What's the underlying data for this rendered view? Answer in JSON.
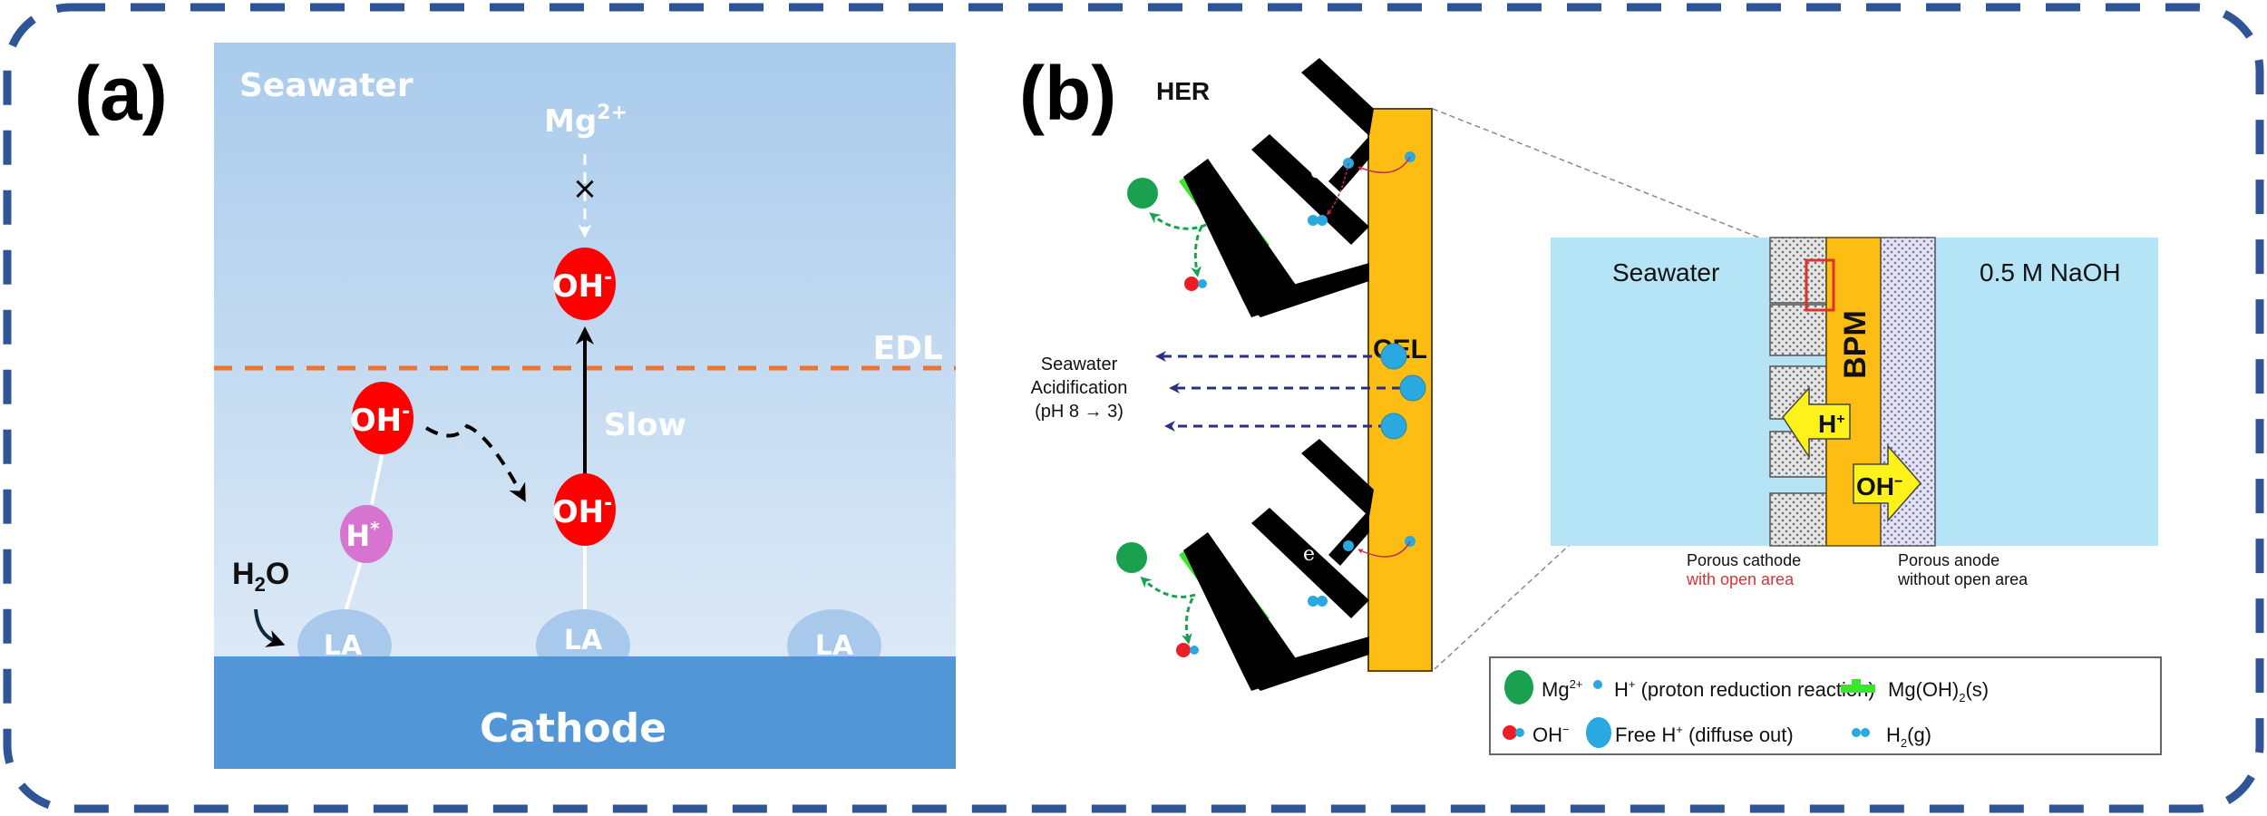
{
  "figure": {
    "panel_a": {
      "label": "(a)",
      "region_label": "Seawater",
      "edl_label": "EDL",
      "slow_label": "Slow",
      "cathode_label": "Cathode",
      "mg_ion": {
        "base": "Mg",
        "charge": "2+"
      },
      "blocked_mark": "×",
      "oh_ion": {
        "base": "OH",
        "charge": "-"
      },
      "h_adsorbed": {
        "base": "H",
        "mark": "*"
      },
      "water": {
        "pre": "H",
        "sub": "2",
        "post": "O"
      },
      "la_sites": [
        "LA",
        "LA",
        "LA"
      ],
      "colors": {
        "seawater_top": "#a9cbec",
        "seawater_bottom": "#dce9f6",
        "cathode": "#5296d7",
        "edl_line": "#ec7433",
        "oh": "#ff0000",
        "h_star": "#d674cf",
        "la": "#a8c9ec",
        "border": "#2f5597"
      }
    },
    "panel_b": {
      "label": "(b)",
      "her_label": "HER",
      "cel_label": "CEL",
      "electron_label": "e⁻",
      "acidification": [
        "Seawater",
        "Acidification",
        "(pH 8  →  3)"
      ],
      "inset": {
        "left_label": "Seawater",
        "right_label": "0.5 M NaOH",
        "membrane_label": "BPM",
        "h_arrow": {
          "base": "H",
          "charge": "+"
        },
        "oh_arrow": {
          "base": "OH",
          "charge": "−"
        },
        "cathode_caption": [
          "Porous cathode",
          "with open area"
        ],
        "anode_caption": [
          "Porous anode",
          "without open area"
        ]
      },
      "legend": [
        {
          "marker": "mg-ion",
          "base": "Mg",
          "sup": "2+",
          "rest": ""
        },
        {
          "marker": "small-h",
          "base": "H",
          "sup": "+",
          "rest": " (proton reduction reaction)"
        },
        {
          "marker": "mgoh2-solid",
          "base": "Mg(OH)",
          "sub": "2",
          "rest": "(s)"
        },
        {
          "marker": "oh-ion",
          "base": "OH",
          "sup": "−",
          "rest": ""
        },
        {
          "marker": "free-h",
          "base": "Free H",
          "sup": "+",
          "rest": " (diffuse out)"
        },
        {
          "marker": "h2-gas",
          "base": "H",
          "sub": "2",
          "rest": "(g)"
        }
      ],
      "colors": {
        "cel": "#fdbd12",
        "inset_water": "#b4e4f6",
        "green": "#1aa14f",
        "bright_green": "#39e62c",
        "proton": "#2aa8e0",
        "red": "#ee1c24",
        "arrow_yellow": "#fff21a",
        "acid_arrow": "#2a2f86"
      }
    }
  }
}
